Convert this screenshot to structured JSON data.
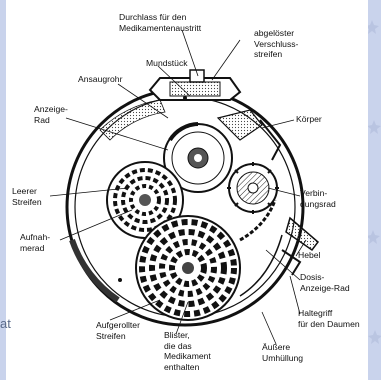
{
  "labels": {
    "durchlass": "Durchlass für den\nMedikamentenaustritt",
    "abgeloester": "abgelöster\nVerschluss-\nstreifen",
    "mundstueck": "Mundstück",
    "ansaugrohr": "Ansaugrohr",
    "anzeige_rad": "Anzeige-\nRad",
    "koerper": "Körper",
    "leerer_streifen": "Leerer\nStreifen",
    "verbindungsrad": "Verbin-\ndungsrad",
    "aufnahmerad": "Aufnah-\nmerad",
    "hebel": "Hebel",
    "dosis_anzeige": "Dosis-\nAnzeige-Rad",
    "haltegriff": "Haltegriff\nfür den Daumen",
    "aeussere": "Äußere\nUmhüllung",
    "aufgerollter": "Aufgerollter\nStreifen",
    "blister": "Blister,\ndie das\nMedikament\nenthalten"
  },
  "stray_text": "at"
}
